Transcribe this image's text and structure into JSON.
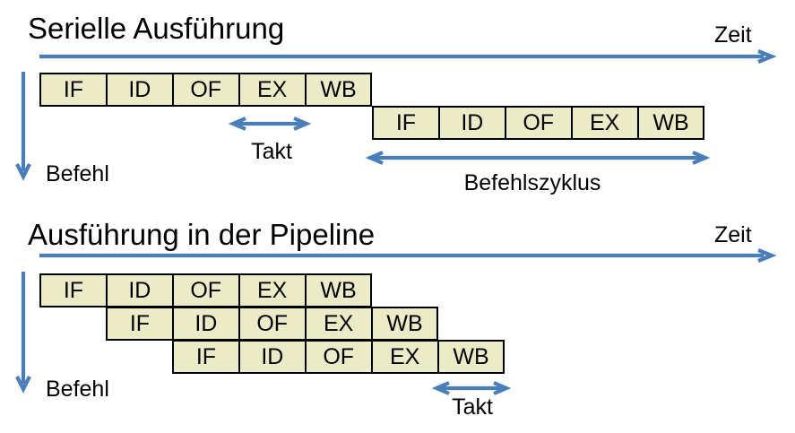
{
  "colors": {
    "accent_blue": "#4A7EBB",
    "box_fill": "#EBEBC7",
    "box_border": "#000000",
    "text": "#000000"
  },
  "serial": {
    "title": "Serielle Ausführung",
    "time_axis_label": "Zeit",
    "instruction_axis_label": "Befehl",
    "clock_label": "Takt",
    "cycle_label": "Befehlszyklus",
    "rows": [
      {
        "stages": [
          "IF",
          "ID",
          "OF",
          "EX",
          "WB"
        ]
      },
      {
        "stages": [
          "IF",
          "ID",
          "OF",
          "EX",
          "WB"
        ]
      }
    ]
  },
  "pipeline": {
    "title": "Ausführung in der Pipeline",
    "time_axis_label": "Zeit",
    "instruction_axis_label": "Befehl",
    "clock_label": "Takt",
    "rows": [
      {
        "stages": [
          "IF",
          "ID",
          "OF",
          "EX",
          "WB"
        ]
      },
      {
        "stages": [
          "IF",
          "ID",
          "OF",
          "EX",
          "WB"
        ]
      },
      {
        "stages": [
          "IF",
          "ID",
          "OF",
          "EX",
          "WB"
        ]
      }
    ]
  }
}
